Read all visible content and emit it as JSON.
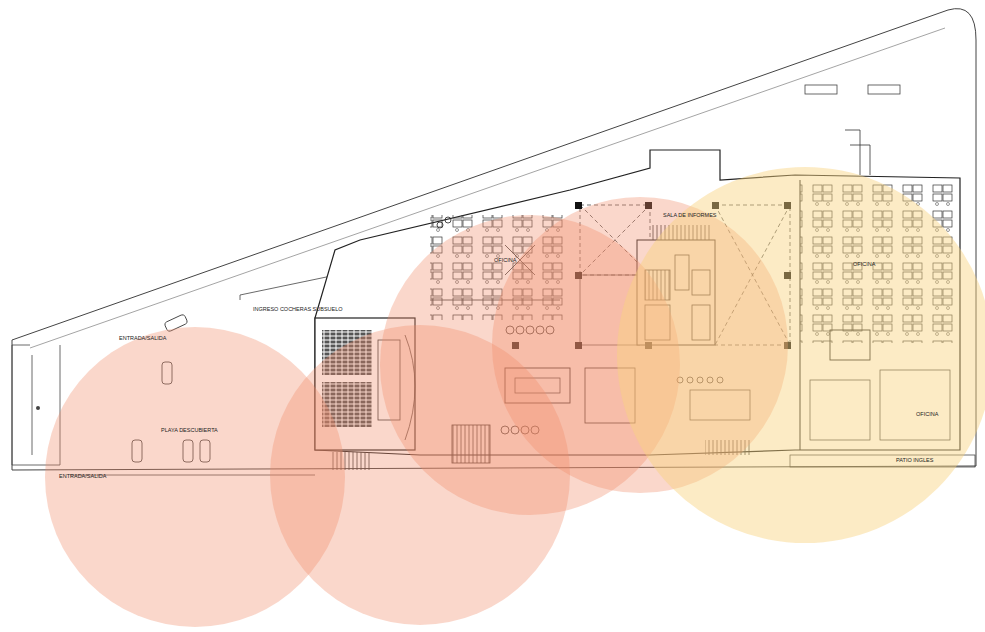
{
  "diagram": {
    "labels": [
      "ENTRADA/SALIDA",
      "INGRESO COCHERAS SUBSUELO",
      "PLAYA DESCUBIERTA",
      "ENTRADA/SALIDA",
      "SALA DE INFORMES",
      "OFICINA",
      "OFICINA",
      "OFICINA",
      "PATIO INGLES"
    ]
  }
}
